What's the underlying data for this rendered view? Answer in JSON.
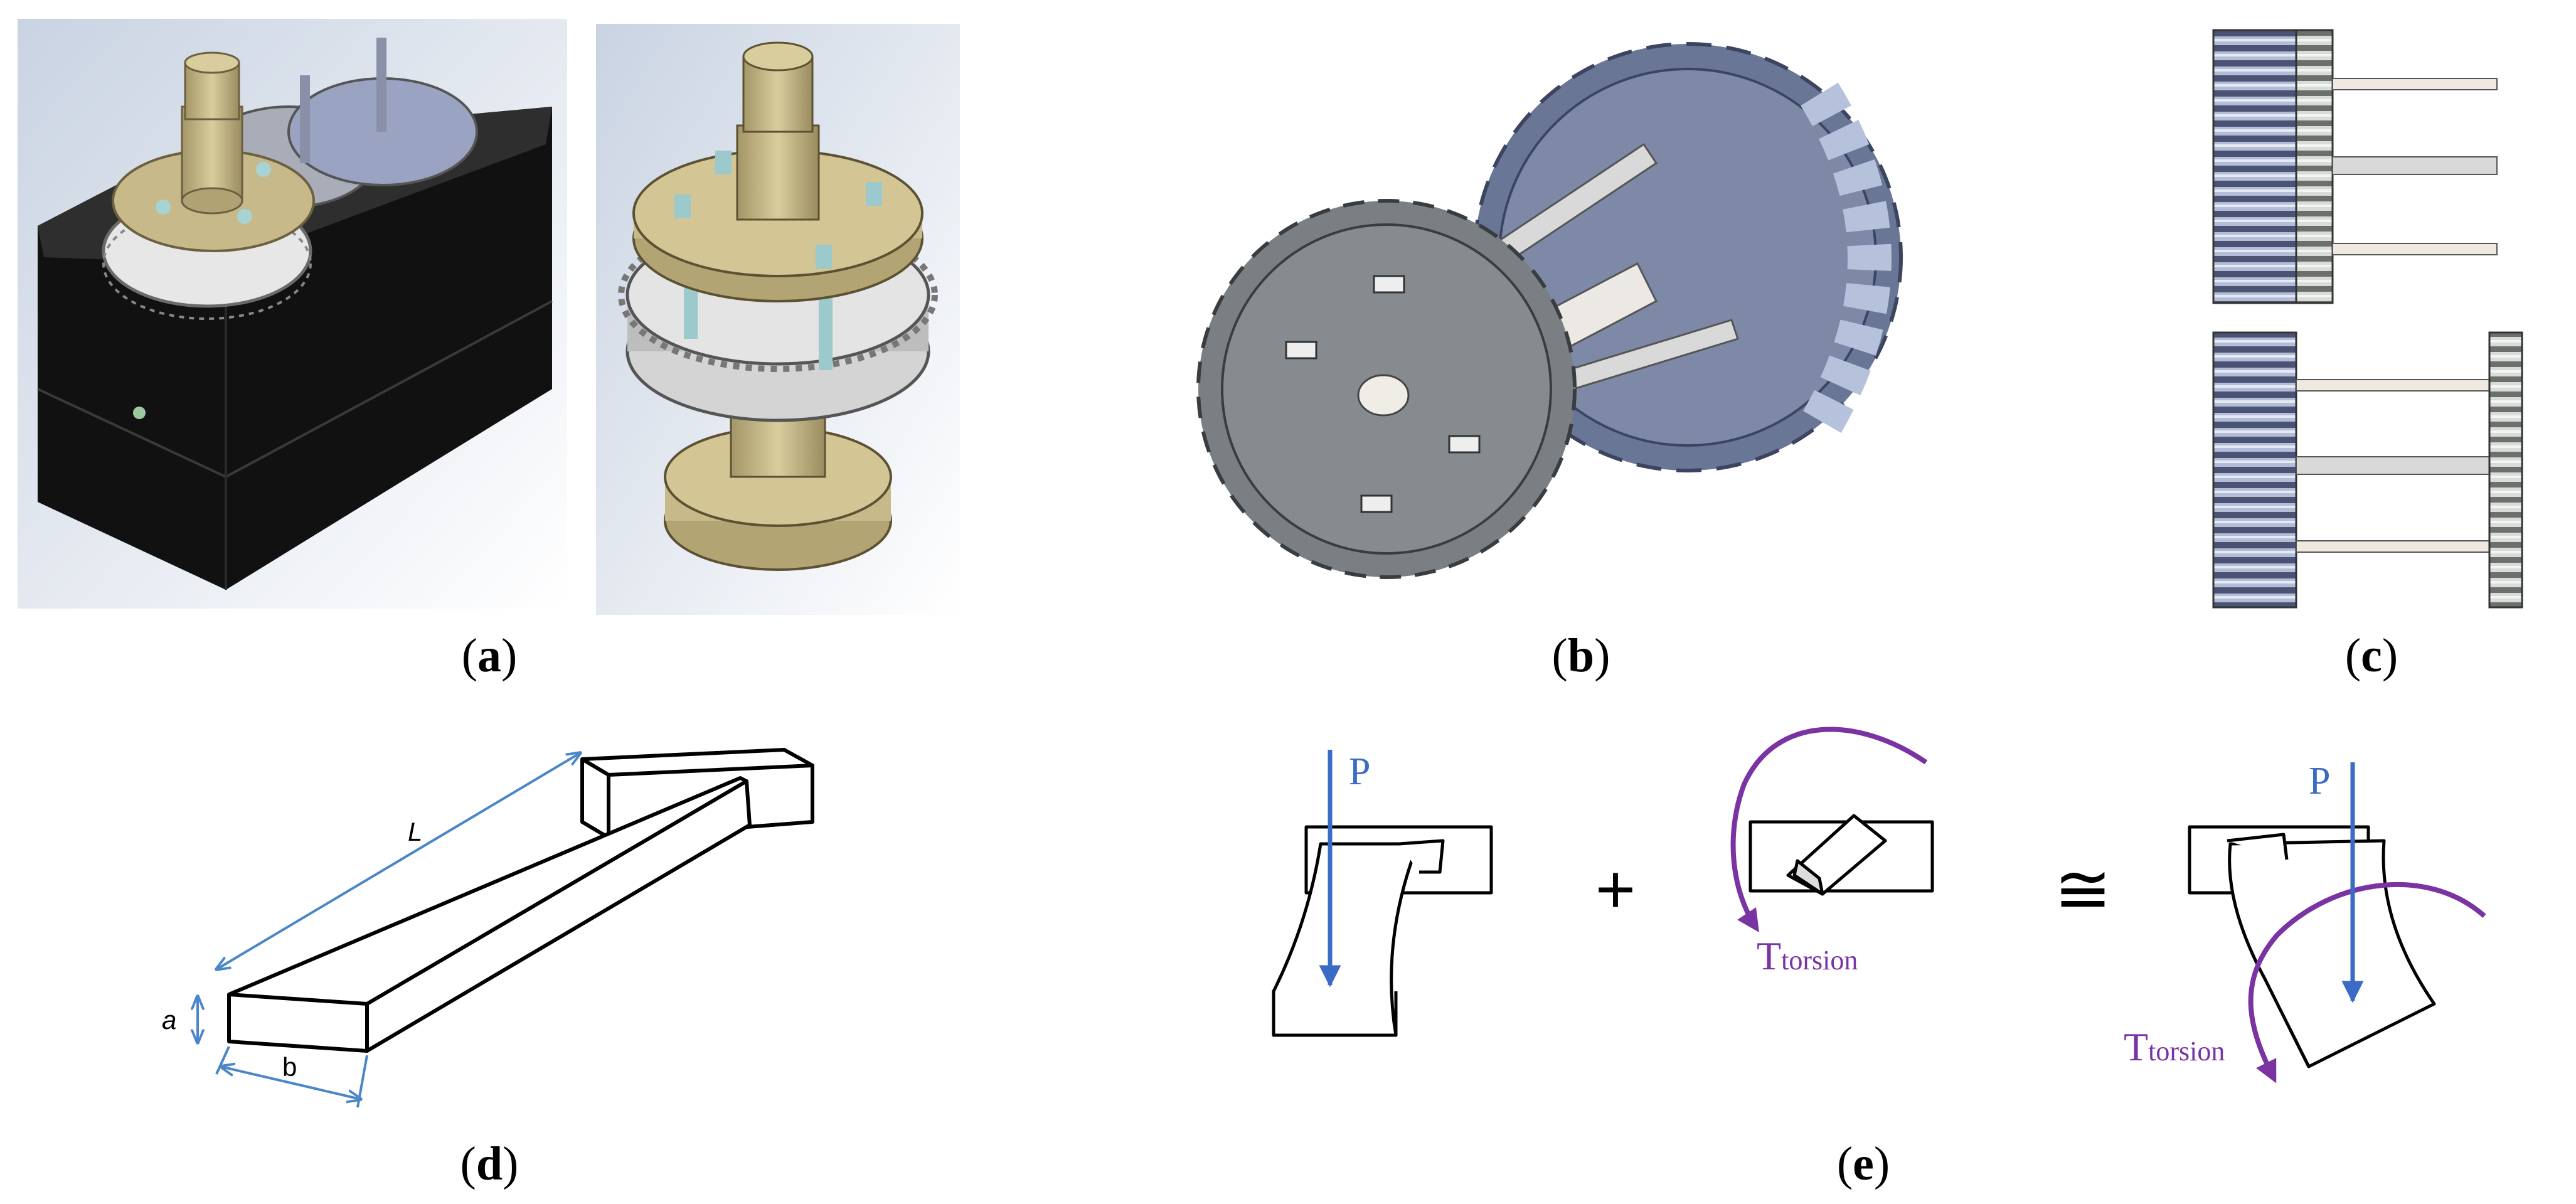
{
  "panels": {
    "a": {
      "label": "a"
    },
    "b": {
      "label": "b"
    },
    "c": {
      "label": "c"
    },
    "d": {
      "label": "d",
      "dim_L": "L",
      "dim_a": "a",
      "dim_b": "b"
    },
    "e": {
      "label": "e",
      "load_label": "P",
      "torsion_main": "T",
      "torsion_sub": "torsion",
      "plus": "+",
      "approx": "≅"
    }
  },
  "colors": {
    "load_arrow": "#3a6cc6",
    "torsion_arrow": "#7a33a3",
    "dimension_line": "#4a86c8",
    "housing": "#1c1c1c",
    "brass": "#c7b98a",
    "gear_gray": "#8a8f93",
    "gear_blue": "#8c99b8"
  }
}
